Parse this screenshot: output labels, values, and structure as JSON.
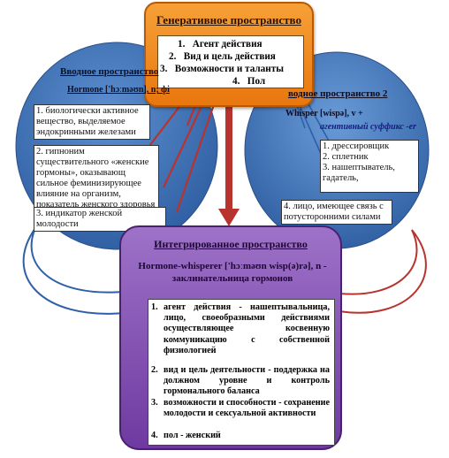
{
  "generic_space": {
    "title": "Генеративное пространство",
    "items": [
      {
        "num": "1.",
        "label": "Агент действия"
      },
      {
        "num": "2.",
        "label": "Вид и цель действия"
      },
      {
        "num": "3.",
        "label": "Возможности и таланты"
      },
      {
        "num": "4.",
        "label": "Пол"
      }
    ]
  },
  "input_space_1": {
    "title": "Вводное пространство",
    "word": "Hormone ['hɔːməʊn], n; фі",
    "meanings": [
      "1. биологически активное вещество, выделяемое эндокринными железами",
      "2. гипноним существительного «женские гормоны», оказывающ сильное феминизирующее влияние на организм, показатель женского здоровья",
      "3. индикатор женской молодости"
    ]
  },
  "input_space_2": {
    "title": "водное пространство 2",
    "word": "Whisper [wispə], v +",
    "suffix_note": "агентивный суффикс -er",
    "meanings": [
      "1. дрессировщик",
      "2. сплетник",
      "3. нашептыватель, гадатель,",
      "4. лицо, имеющее связь с потусторонними силами"
    ]
  },
  "integrated_space": {
    "title": "Интегрированное пространство",
    "word": "Hormone-whisperer ['hɔːməʊn wisp(ə)rə], n - заклинательница гормонов",
    "items": [
      {
        "num": "1.",
        "text": "агент действия - нашептывальница, лицо, своеобразными действиями осуществляющее косвенную коммуникацию с собственной физиологией"
      },
      {
        "num": "2.",
        "text": "вид и цель деятельности - поддержка на должном уровне и контроль гормонального баланса"
      },
      {
        "num": "3.",
        "text": "возможности и способности - сохранение молодости и сексуальной активности"
      },
      {
        "num": "4.",
        "text": "пол - женский"
      }
    ]
  },
  "colors": {
    "generic_fill": "#f39227",
    "left_circle": "#3b6fb5",
    "right_circle": "#3b6fb5",
    "integrated_fill": "#8a58b8",
    "arrow_red": "#b8332e",
    "arrow_blue": "#2e5fa8"
  }
}
